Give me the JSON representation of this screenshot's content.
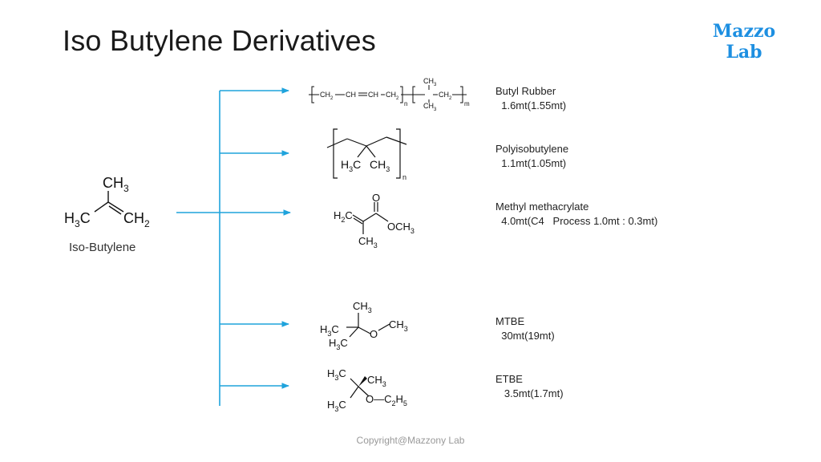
{
  "title": "Iso Butylene Derivatives",
  "logo": {
    "line1": "Mazzo",
    "line2": "Lab"
  },
  "source": {
    "name": "Iso-Butylene",
    "formula_labels": {
      "top": "CH",
      "top_sub": "3",
      "left": "H",
      "left_sub": "3",
      "left_tail": "C",
      "right": "CH",
      "right_sub": "2"
    }
  },
  "products": [
    {
      "name": "Butyl Rubber",
      "volume": "  1.6mt(1.55mt)"
    },
    {
      "name": "Polyisobutylene",
      "volume": "  1.1mt(1.05mt)"
    },
    {
      "name": "Methyl methacrylate",
      "volume": "  4.0mt(C4   Process 1.0mt : 0.3mt)"
    },
    {
      "name": "MTBE",
      "volume": "  30mt(19mt)"
    },
    {
      "name": "ETBE",
      "volume": "   3.5mt(1.7mt)"
    }
  ],
  "structures": {
    "butyl_rubber": {
      "ch2": "CH",
      "two": "2",
      "ch": "CH",
      "dbl": "CH",
      "ch3": "CH",
      "three": "3",
      "n": "n",
      "m": "m"
    },
    "polyisobutylene": {
      "h": "H",
      "three": "3",
      "c": "C",
      "ch3": "CH",
      "n": "n"
    },
    "mma": {
      "h2c": "H",
      "two": "2",
      "c": "C",
      "o": "O",
      "och3": "OCH",
      "ch3": "CH",
      "three": "3"
    },
    "mtbe": {
      "ch3": "CH",
      "h3c": "H",
      "three": "3",
      "c": "C",
      "o": "O"
    },
    "etbe": {
      "h3c": "H",
      "three": "3",
      "c": "C",
      "ch3": "CH",
      "o": "O",
      "c2h5": "C",
      "two": "2",
      "h": "H",
      "five": "5"
    }
  },
  "colors": {
    "arrow": "#1fa3dc",
    "logo": "#1d8fe1"
  },
  "footer": "Copyright@Mazzony Lab"
}
